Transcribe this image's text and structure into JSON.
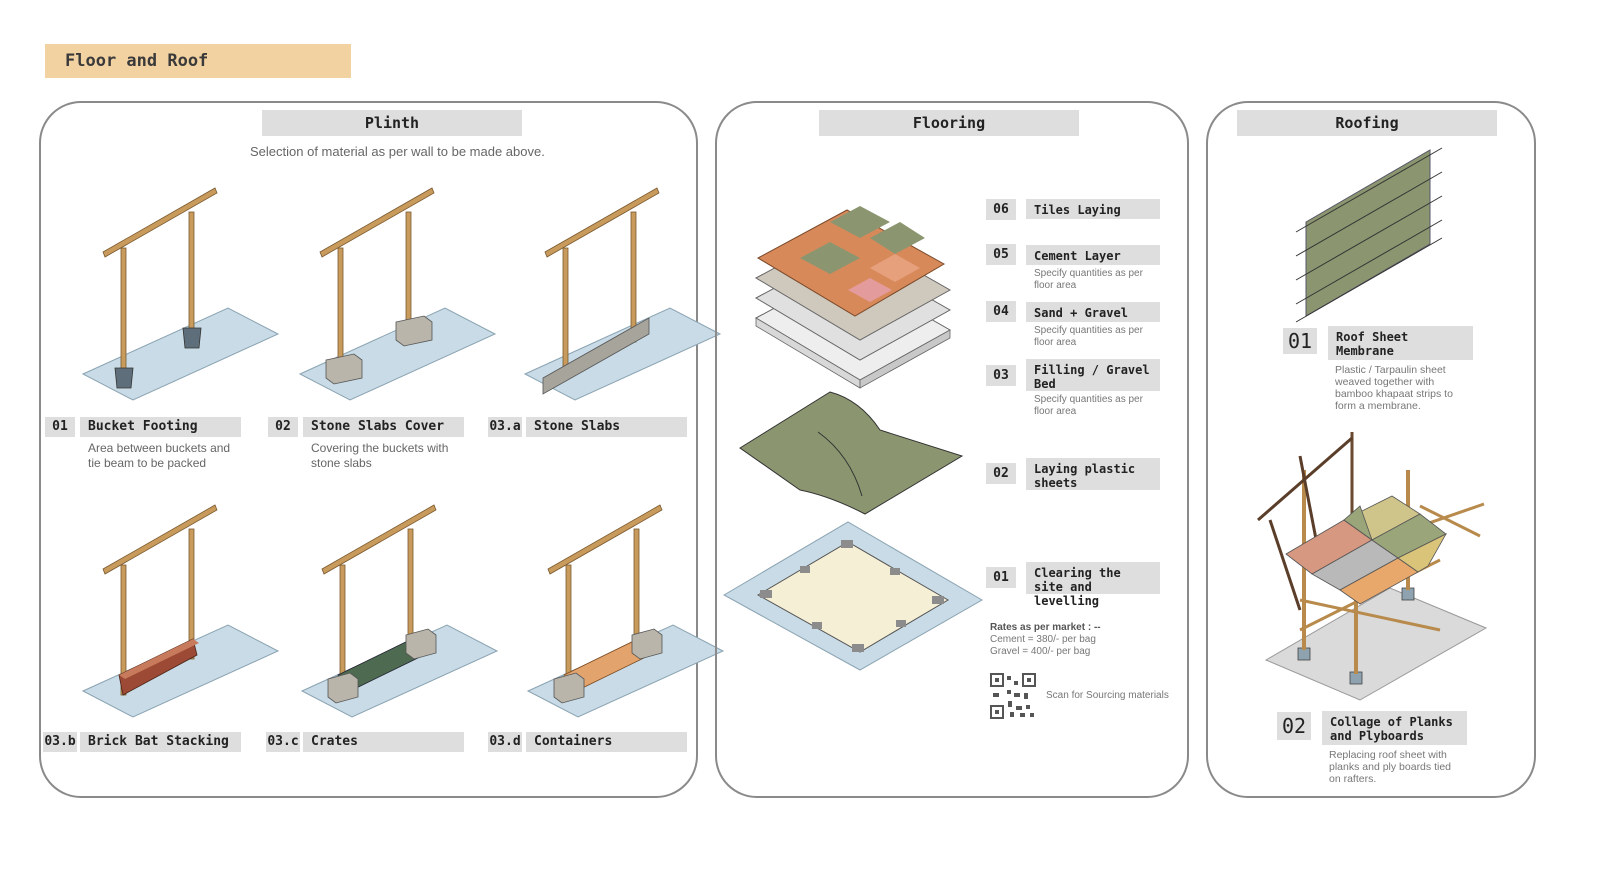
{
  "title": "Floor and Roof",
  "plinth": {
    "heading": "Plinth",
    "subtitle": "Selection of material as per wall to be made above.",
    "items": [
      {
        "num": "01",
        "label": "Bucket Footing",
        "desc": "Area between buckets and tie beam to be packed"
      },
      {
        "num": "02",
        "label": "Stone Slabs Cover",
        "desc": "Covering the buckets with stone slabs"
      },
      {
        "num": "03.a",
        "label": "Stone Slabs",
        "desc": ""
      },
      {
        "num": "03.b",
        "label": "Brick Bat Stacking",
        "desc": ""
      },
      {
        "num": "03.c",
        "label": "Crates",
        "desc": ""
      },
      {
        "num": "03.d",
        "label": "Containers",
        "desc": ""
      }
    ]
  },
  "flooring": {
    "heading": "Flooring",
    "steps": [
      {
        "num": "06",
        "label": "Tiles Laying",
        "desc": ""
      },
      {
        "num": "05",
        "label": "Cement Layer",
        "desc": "Specify quantities as per floor area"
      },
      {
        "num": "04",
        "label": "Sand + Gravel",
        "desc": "Specify quantities as per floor area"
      },
      {
        "num": "03",
        "label": "Filling / Gravel Bed",
        "desc": "Specify quantities as per floor area"
      },
      {
        "num": "02",
        "label": "Laying plastic sheets",
        "desc": ""
      },
      {
        "num": "01",
        "label": "Clearing the site and levelling",
        "desc": ""
      }
    ],
    "rates_title": "Rates as per market : --",
    "rate_cement": "Cement = 380/- per bag",
    "rate_gravel": "Gravel = 400/- per bag",
    "qr_caption": "Scan for Sourcing materials"
  },
  "roofing": {
    "heading": "Roofing",
    "items": [
      {
        "num": "01",
        "label": "Roof Sheet Membrane",
        "desc": "Plastic / Tarpaulin sheet weaved together with bamboo khapaat strips to form a membrane."
      },
      {
        "num": "02",
        "label": "Collage of Planks and Plyboards",
        "desc": "Replacing roof sheet with planks and ply boards tied on rafters."
      }
    ]
  },
  "colors": {
    "banner": "#f3d2a2",
    "label_bg": "#dedede",
    "ground": "#c8dbe6",
    "bamboo": "#c89a5c",
    "sheet_green": "#8b9670"
  }
}
